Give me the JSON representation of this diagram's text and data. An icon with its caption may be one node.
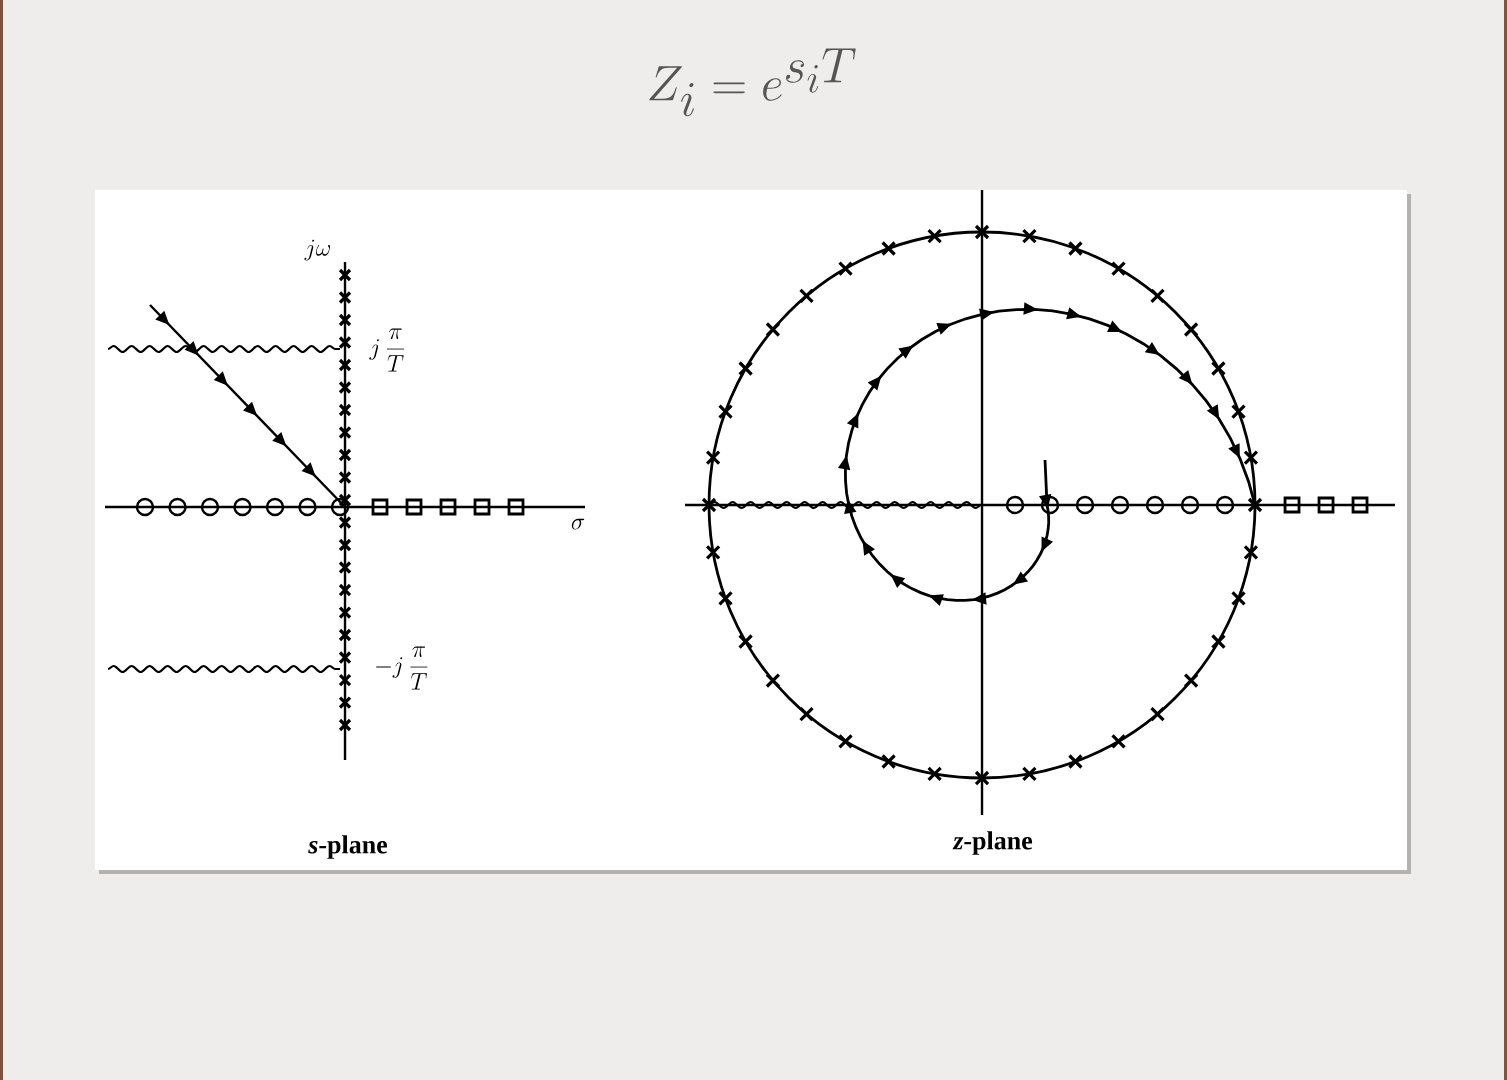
{
  "diagram": {
    "title": "Z_i = e^{s_i T}",
    "labels": [
      "j\\omega",
      "j\\,\\frac{\\pi}{T}",
      "-j\\,\\frac{\\pi}{T}",
      "\\sigma",
      "*s*-plane",
      "*z*-plane"
    ]
  }
}
